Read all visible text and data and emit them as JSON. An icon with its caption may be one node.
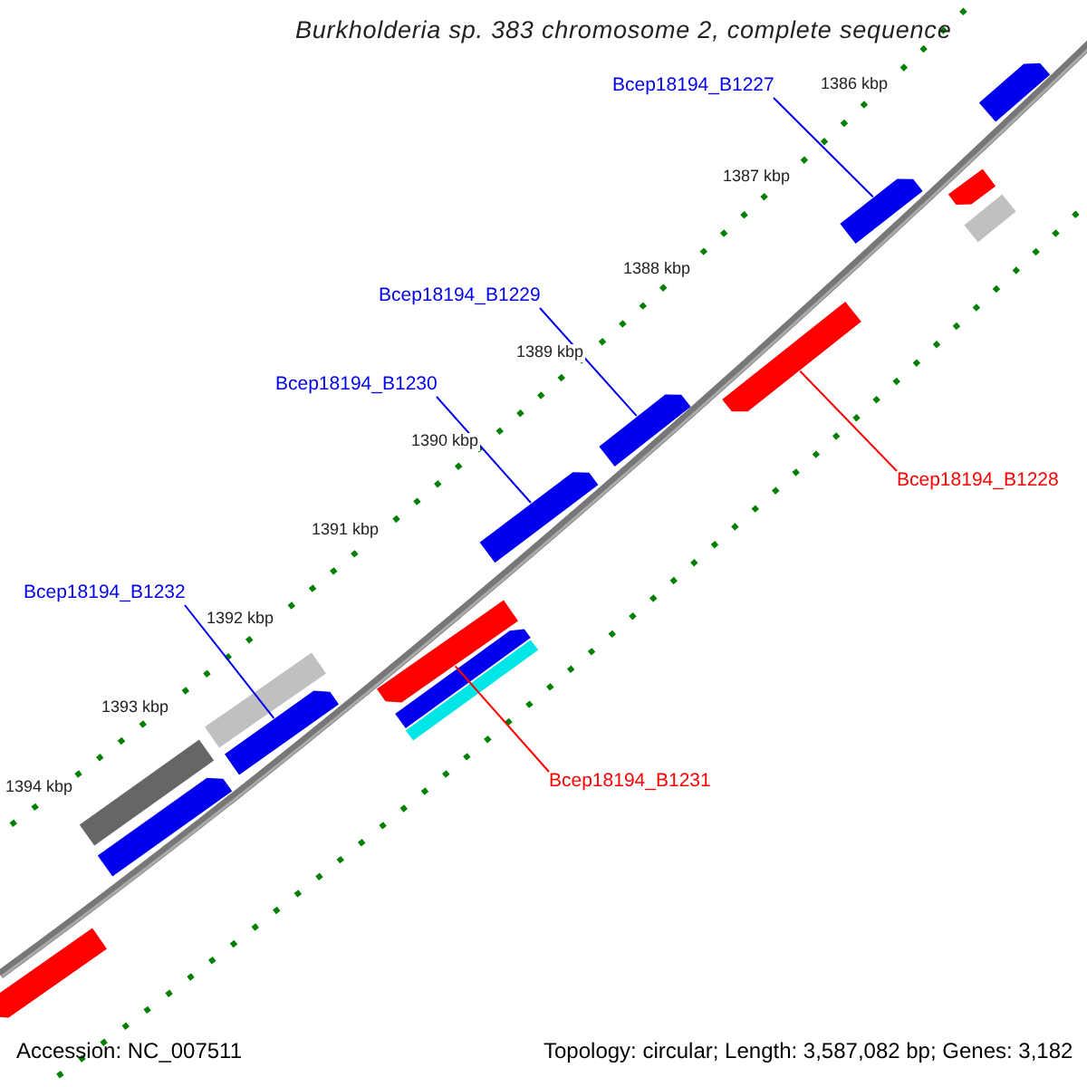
{
  "diagram": {
    "title": "Burkholderia sp. 383 chromosome 2, complete sequence",
    "nodes": [
      {
        "text": [
          "Bcep18194_B1227"
        ]
      },
      {
        "text": [],
        "shape": "bar"
      },
      {
        "text": [],
        "shape": "bar"
      },
      {
        "text": [],
        "shape": "bar"
      },
      {
        "text": [],
        "shape": "bar"
      },
      {
        "text": [
          "Bcep18194_B1229"
        ]
      },
      {
        "text": [],
        "shape": "bar"
      },
      {
        "text": [
          "Bcep18194_B1230"
        ]
      },
      {
        "text": [],
        "shape": "bar"
      },
      {
        "text": [],
        "shape": "bar"
      },
      {
        "text": [
          "Bcep18194_B1228"
        ]
      },
      {
        "text": [
          "Bcep18194_B1232"
        ]
      },
      {
        "text": [],
        "shape": "bar"
      },
      {
        "text": [],
        "shape": "bar"
      },
      {
        "text": [],
        "shape": "bar"
      },
      {
        "text": [],
        "shape": "bar"
      },
      {
        "text": [],
        "shape": "bar"
      },
      {
        "text": [],
        "shape": "bar"
      },
      {
        "text": [],
        "shape": "bar"
      },
      {
        "text": [
          "Bcep18194_B1231"
        ]
      },
      {
        "text": [],
        "shape": "bar"
      }
    ],
    "edges": [
      {
        "from": 0,
        "to": 2,
        "arrow": "none"
      },
      {
        "from": 5,
        "to": 6,
        "arrow": "none"
      },
      {
        "from": 7,
        "to": 8,
        "arrow": "none"
      },
      {
        "from": 10,
        "to": 9,
        "arrow": "none",
        "color": "#ff0000"
      },
      {
        "from": 11,
        "to": 16,
        "arrow": "none"
      },
      {
        "from": 19,
        "to": 13,
        "arrow": "none",
        "color": "#ff0000"
      }
    ],
    "labels": [
      "1386 kbp",
      "1387 kbp",
      "1388 kbp",
      "1389 kbp",
      "1390 kbp",
      "1391 kbp",
      "1392 kbp",
      "1393 kbp",
      "1394 kbp",
      "Accession: NC_007511",
      "Topology: circular; Length: 3,587,082 bp; Genes: 3,182"
    ]
  }
}
